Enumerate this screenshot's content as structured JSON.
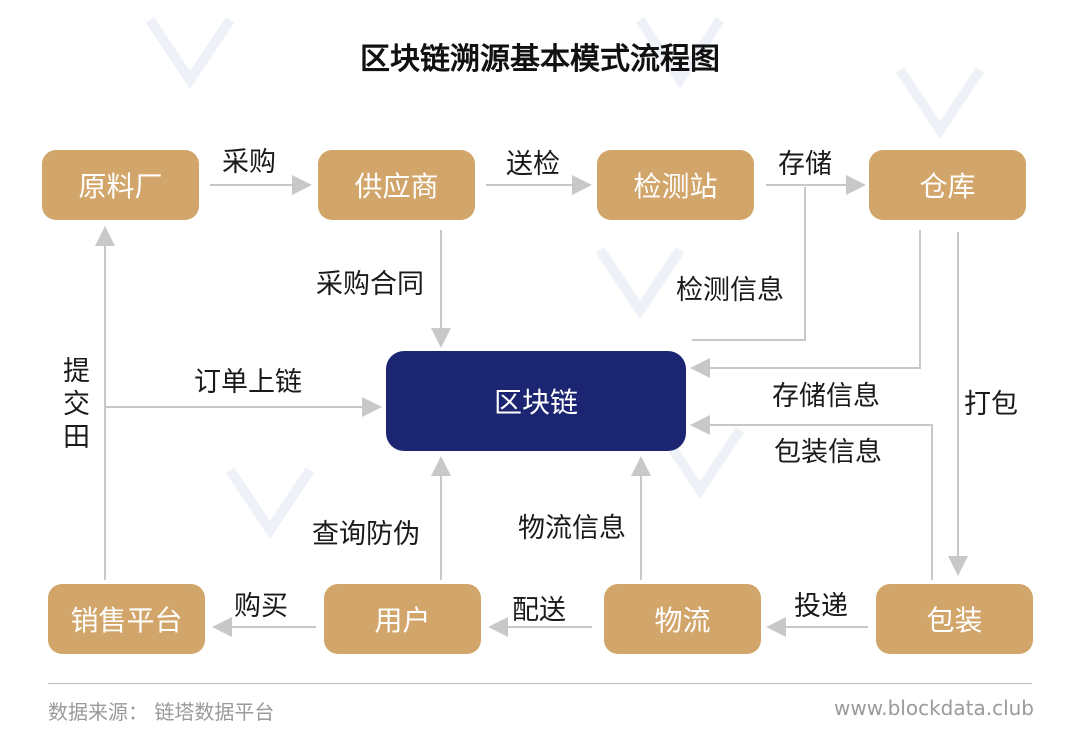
{
  "title": "区块链溯源基本模式流程图",
  "nodes": {
    "raw": "原料厂",
    "supplier": "供应商",
    "inspection": "检测站",
    "warehouse": "仓库",
    "blockchain": "区块链",
    "sales": "销售平台",
    "user": "用户",
    "logistics": "物流",
    "packaging": "包装"
  },
  "edges": {
    "purchase": "采购",
    "send_inspect": "送检",
    "storage": "存储",
    "contract": "采购合同",
    "inspect_info": "检测信息",
    "order_onchain": "订单上链",
    "storage_info": "存储信息",
    "pack": "打包",
    "pack_info": "包装信息",
    "submit": "提交田",
    "query": "查询防伪",
    "logistics_info": "物流信息",
    "buy": "购买",
    "deliver": "配送",
    "dispatch": "投递"
  },
  "footer": {
    "source": "数据来源：  链塔数据平台",
    "site": "www.blockdata.club"
  },
  "colors": {
    "node": "#d2a56a",
    "core": "#1c2571",
    "arrow": "#c8c8c8"
  }
}
